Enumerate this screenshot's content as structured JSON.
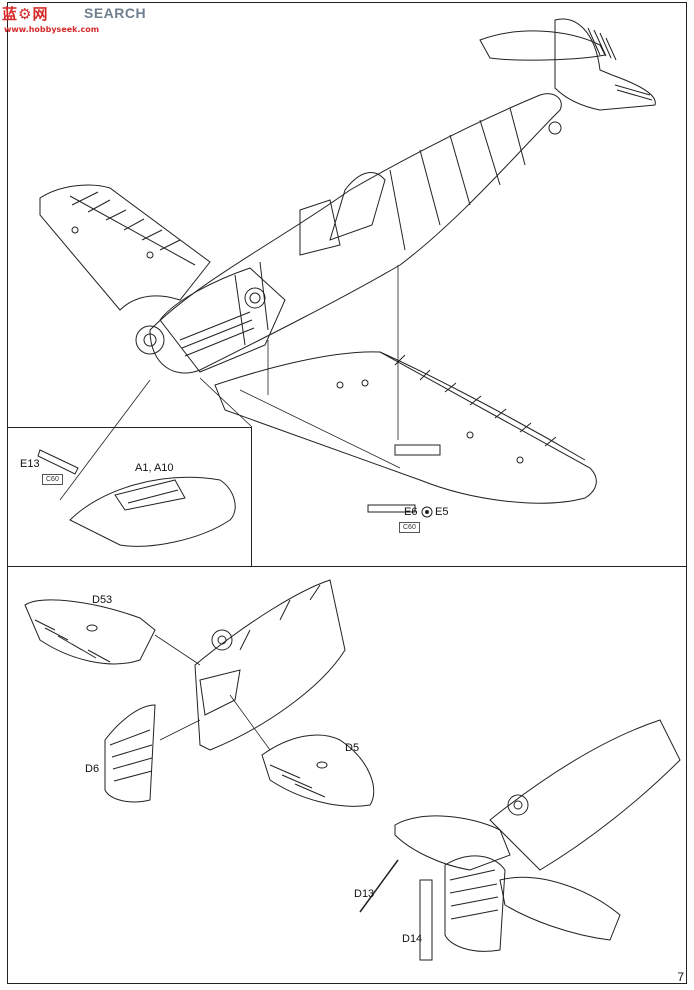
{
  "watermark": {
    "logo": "蓝⚙网",
    "search": "SEARCH",
    "url": "www.hobbyseek.com"
  },
  "top": {
    "labels": {
      "e13": "E13",
      "a1_a10": "A1, A10",
      "e6": "E6",
      "e5": "E5"
    },
    "tags": {
      "c60_left": "C60",
      "c60_right": "C60"
    }
  },
  "bottom": {
    "labels": {
      "d53": "D53",
      "d6": "D6",
      "d5": "D5",
      "d13": "D13",
      "d14": "D14"
    }
  },
  "page_number": "7"
}
